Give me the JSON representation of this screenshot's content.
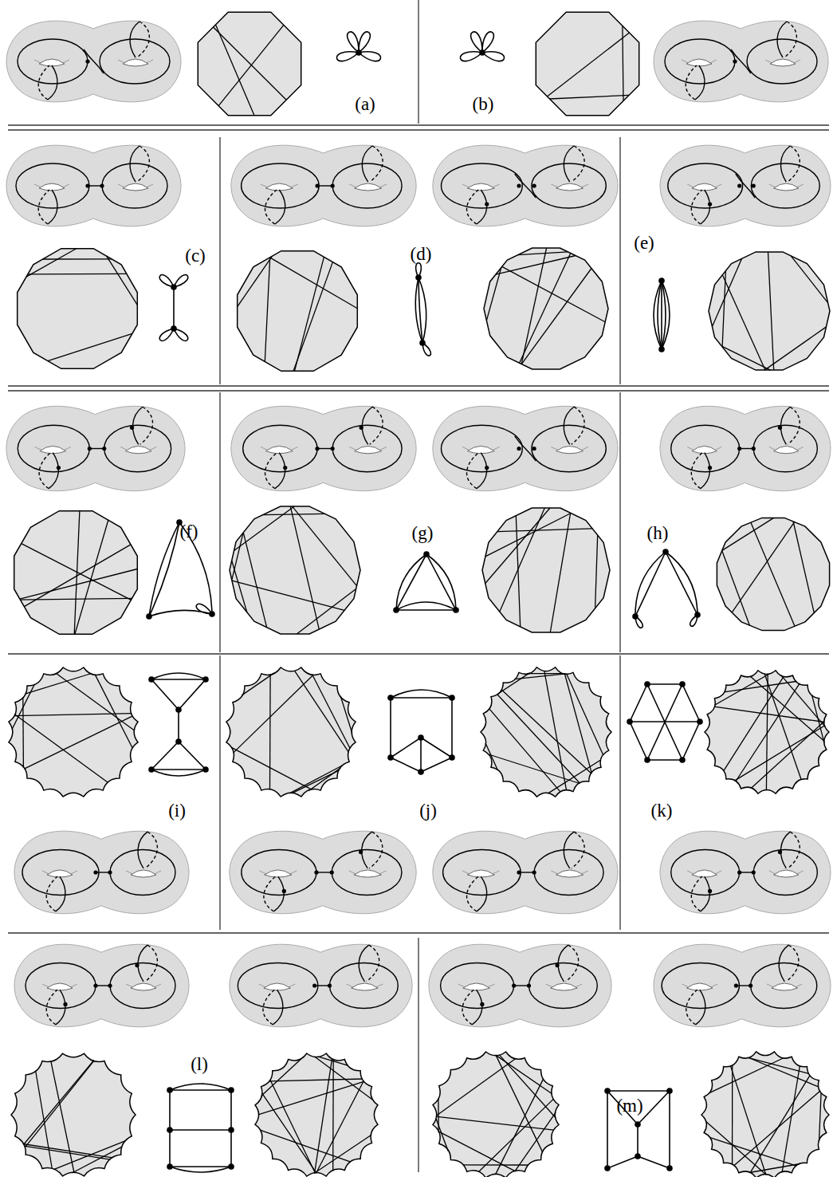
{
  "diagram": {
    "labels": [
      "(a)",
      "(b)",
      "(c)",
      "(d)",
      "(e)",
      "(f)",
      "(g)",
      "(h)",
      "(i)",
      "(j)",
      "(k)",
      "(l)",
      "(m)"
    ]
  }
}
